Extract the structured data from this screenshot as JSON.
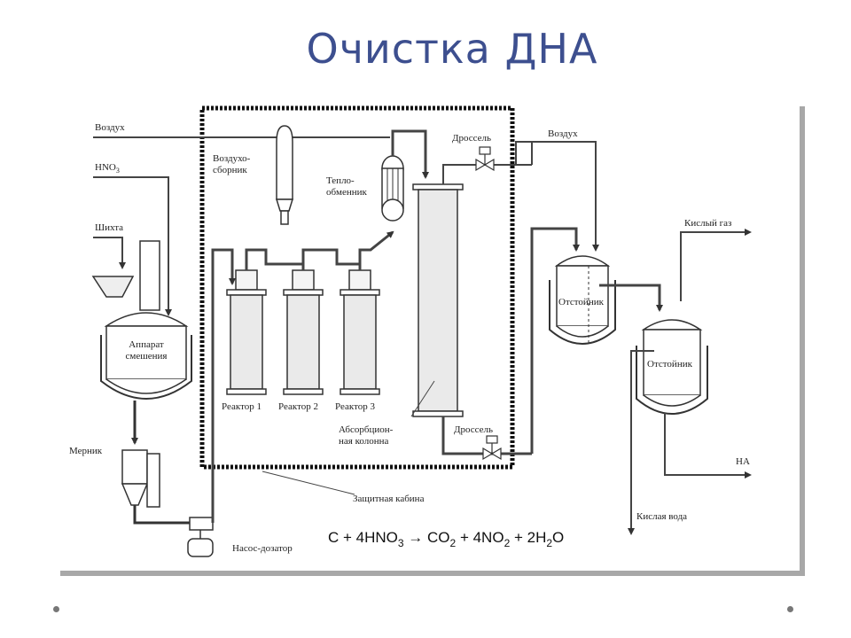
{
  "slide": {
    "title": "Очистка ДНА"
  },
  "diagram": {
    "labels": {
      "air_in": "Воздух",
      "hno3_in": "HNO",
      "hno3_sub": "3",
      "charge": "Шихта",
      "mixer_l1": "Аппарат",
      "mixer_l2": "смешения",
      "doser": "Мерник",
      "pump": "Насос-дозатор",
      "air_collector_l1": "Воздухо-",
      "air_collector_l2": "сборник",
      "heat_exchanger_l1": "Тепло-",
      "heat_exchanger_l2": "обменник",
      "reactor1": "Реактор 1",
      "reactor2": "Реактор 2",
      "reactor3": "Реактор 3",
      "absorption_l1": "Абсорбцион-",
      "absorption_l2": "ная колонна",
      "throttle_top": "Дроссель",
      "throttle_bottom": "Дроссель",
      "protective_cabin": "Защитная кабина",
      "air_right": "Воздух",
      "settler1": "Отстойник",
      "settler2": "Отстойник",
      "acid_gas": "Кислый газ",
      "na_out": "НА",
      "acid_water": "Кислая вода"
    },
    "equation": {
      "p1": "C + 4HNO",
      "s1": "3",
      "p2": " → CO",
      "s2": "2",
      "p3": " + 4NO",
      "s3": "2",
      "p4": " + 2H",
      "s4": "2",
      "p5": "O"
    }
  }
}
